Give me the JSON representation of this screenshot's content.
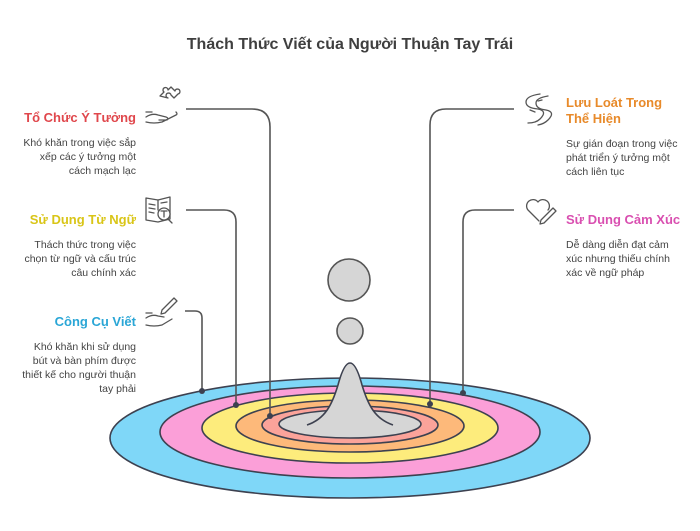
{
  "title": "Thách Thức Viết của Người Thuận Tay Trái",
  "colors": {
    "red": "#e0474c",
    "yellow": "#d9c517",
    "blue": "#2aa6d6",
    "orange": "#e88a2a",
    "pink": "#d94fb0",
    "ring_blue": "#7fd7f8",
    "ring_pink": "#fb9fd8",
    "ring_yellow": "#fdec7c",
    "ring_orange": "#fdb97a",
    "ring_salmon": "#fba39a",
    "center_gray": "#d6d6d6",
    "stroke": "#3d4150"
  },
  "left": [
    {
      "heading": "Tổ Chức Ý Tưởng",
      "description_lines": [
        "Khó khăn trong việc sắp",
        "xếp các ý tưởng một",
        "cách mạch lạc"
      ],
      "icon": "puzzle-hand-icon"
    },
    {
      "heading": "Sử Dụng Từ Ngữ",
      "description_lines": [
        "Thách thức trong việc",
        "chọn từ ngữ và cấu trúc",
        "câu chính xác"
      ],
      "icon": "book-search-icon"
    },
    {
      "heading": "Công Cụ Viết",
      "description_lines": [
        "Khó khăn khi sử dụng",
        "bút và bàn phím được",
        "thiết kế cho người thuận",
        "tay phải"
      ],
      "icon": "pen-hand-icon"
    }
  ],
  "right": [
    {
      "heading_lines": [
        "Lưu Loát Trong",
        "Thể Hiện"
      ],
      "description_lines": [
        "Sự gián đoạn trong việc",
        "phát triển ý tưởng một",
        "cách liên tục"
      ],
      "icon": "winding-road-icon"
    },
    {
      "heading_lines": [
        "Sử Dụng Cảm Xúc"
      ],
      "description_lines": [
        "Dễ dàng diễn đạt cảm",
        "xúc nhưng thiếu chính",
        "xác về ngữ pháp"
      ],
      "icon": "heart-pen-icon"
    }
  ]
}
